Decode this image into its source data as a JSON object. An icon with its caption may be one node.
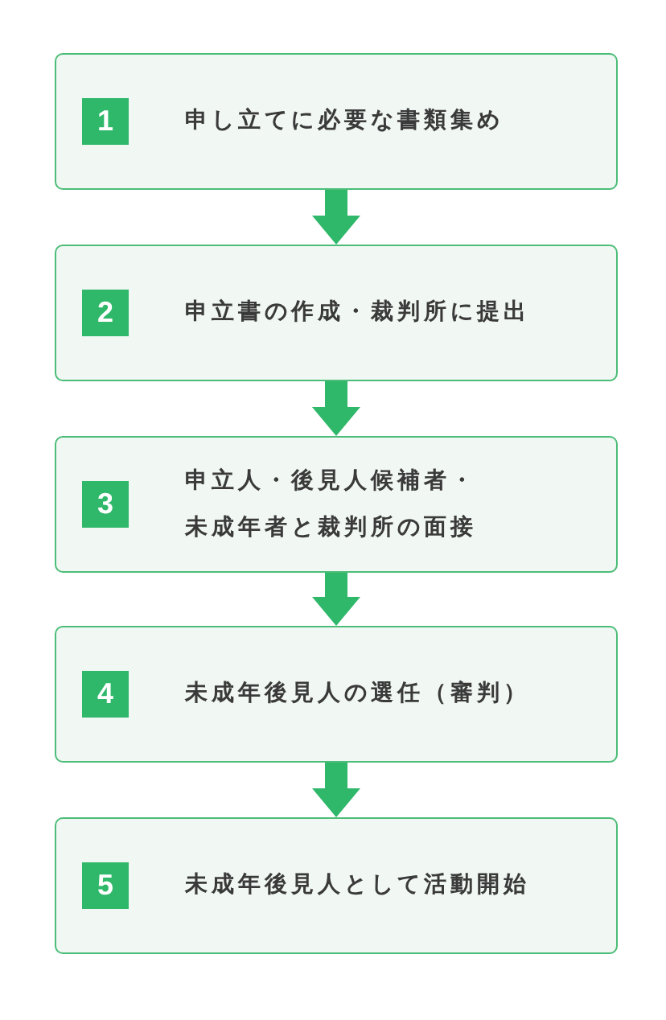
{
  "diagram": {
    "nodes": [
      {
        "text": [
          "1",
          "申し立てに必要な書類集め"
        ]
      },
      {
        "text": [
          "2",
          "申立書の作成・裁判所に提出"
        ]
      },
      {
        "text": [
          "3",
          "申立人・後見人候補者・未成年者と裁判所の面接"
        ]
      },
      {
        "text": [
          "4",
          "未成年後見人の選任（審判）"
        ]
      },
      {
        "text": [
          "5",
          "未成年後見人として活動開始"
        ]
      }
    ],
    "edges": [
      {
        "from": 0,
        "to": 1,
        "arrow": "to"
      },
      {
        "from": 1,
        "to": 2,
        "arrow": "to"
      },
      {
        "from": 2,
        "to": 3,
        "arrow": "to"
      },
      {
        "from": 3,
        "to": 4,
        "arrow": "to"
      }
    ]
  }
}
